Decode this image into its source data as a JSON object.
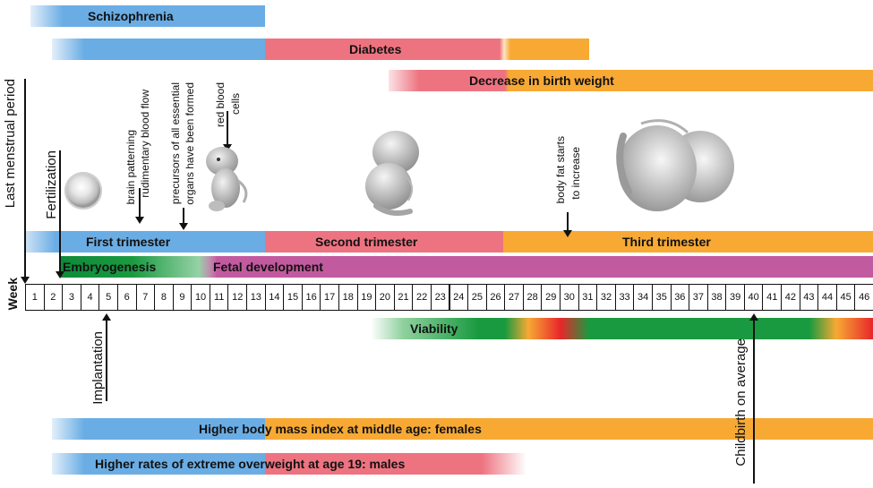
{
  "risk_bars": {
    "schizophrenia": "Schizophrenia",
    "diabetes": "Diabetes",
    "birth_weight": "Decrease in birth weight",
    "bmi_females": "Higher body mass index at middle age: females",
    "overweight_males": "Higher rates of extreme overweight at age 19: males"
  },
  "stages": {
    "first_trimester": "First trimester",
    "second_trimester": "Second trimester",
    "third_trimester": "Third trimester",
    "embryogenesis": "Embryogenesis",
    "fetal_development": "Fetal development",
    "viability": "Viability"
  },
  "events": {
    "last_menstrual_period": "Last menstrual period",
    "fertilization": "Fertilization",
    "brain_patterning": "brain patterning",
    "rudimentary_blood_flow": "rudimentary blood flow",
    "precursors_line1": "precursors of all essential",
    "precursors_line2": "organs have been formed",
    "red_blood_line1": "red blood",
    "red_blood_line2": "cells",
    "body_fat_line1": "body fat starts",
    "body_fat_line2": "to increase",
    "implantation": "Implantation",
    "childbirth": "Childbirth on average"
  },
  "week_axis": {
    "label": "Week",
    "weeks": [
      "1",
      "2",
      "3",
      "4",
      "5",
      "6",
      "7",
      "8",
      "9",
      "10",
      "11",
      "12",
      "13",
      "14",
      "15",
      "16",
      "17",
      "18",
      "19",
      "20",
      "21",
      "22",
      "23",
      "24",
      "25",
      "26",
      "27",
      "28",
      "29",
      "30",
      "31",
      "32",
      "33",
      "34",
      "35",
      "36",
      "37",
      "38",
      "39",
      "40",
      "41",
      "42",
      "43",
      "44",
      "45",
      "46"
    ]
  },
  "colors": {
    "blue": "#6aade4",
    "pink": "#ee7380",
    "orange": "#f7a934",
    "green": "#1a9a40",
    "magenta": "#c25a9f",
    "red": "#e8262a"
  }
}
